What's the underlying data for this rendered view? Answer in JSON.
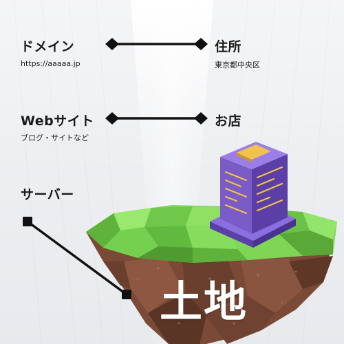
{
  "rows": [
    {
      "term": "ドメイン",
      "detail": "https://aaaaa.jp",
      "maps_to": "住所",
      "maps_to_detail": "東京都中央区"
    },
    {
      "term": "Webサイト",
      "detail": "ブログ・サイトなど",
      "maps_to": "お店"
    },
    {
      "term": "サーバー",
      "maps_to": "土地"
    }
  ],
  "colors": {
    "text": "#1a1a1a",
    "connector": "#111111",
    "grass": "#7ed957",
    "soil": "#7a4a36",
    "building": "#7b5cc6",
    "building_accent": "#f2c14e"
  },
  "icons": [
    "server-building-icon",
    "floating-island-icon"
  ]
}
